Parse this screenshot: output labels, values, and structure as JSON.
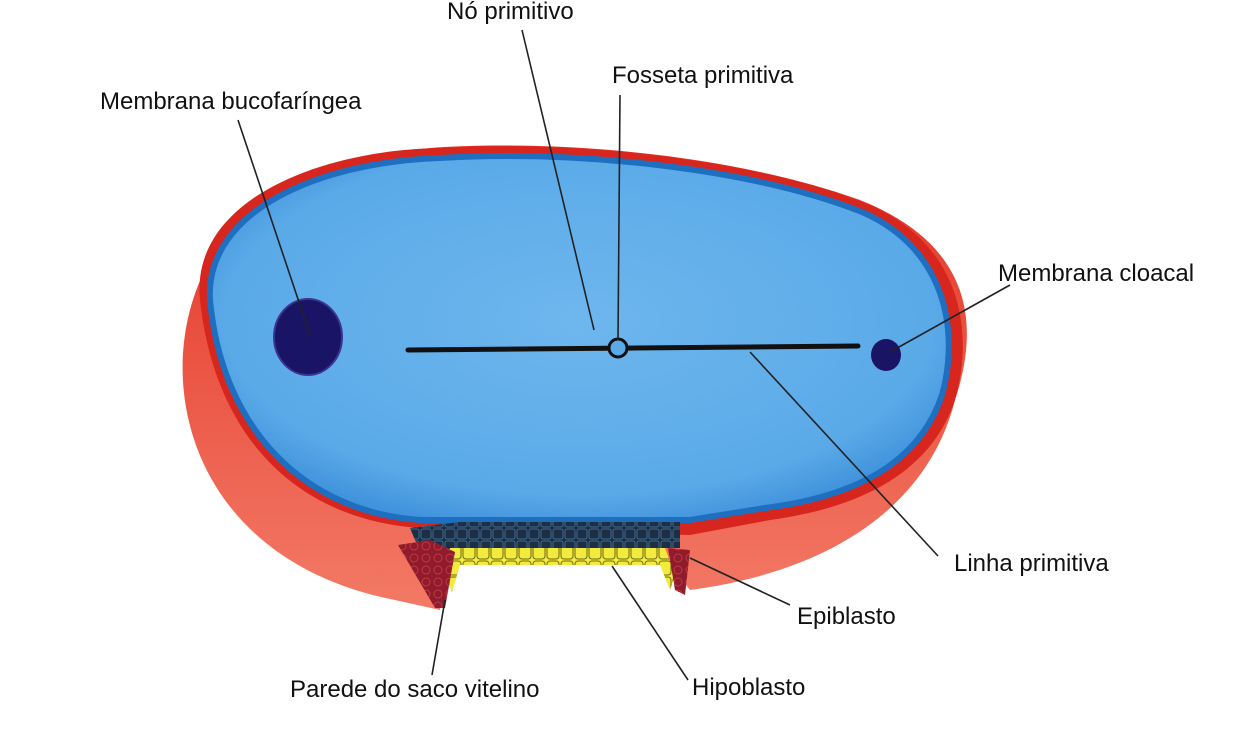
{
  "labels": {
    "no_primitivo": "Nó primitivo",
    "fosseta_primitiva": "Fosseta primitiva",
    "membrana_bucofaringea": "Membrana bucofaríngea",
    "membrana_cloacal": "Membrana cloacal",
    "linha_primitiva": "Linha primitiva",
    "epiblasto": "Epiblasto",
    "hipoblasto": "Hipoblasto",
    "parede_saco_vitelino": "Parede do saco vitelino"
  },
  "colors": {
    "epiblast_surface": "#4FA3E6",
    "epiblast_rim": "#1F6FC0",
    "outer_layer": "#E33A2E",
    "outer_layer_shade": "#F07060",
    "membrane_dark": "#1A1466",
    "primitive_line": "#111111",
    "hypoblast": "#F2EA3C",
    "yolk_sac_wall": "#8E1C2A",
    "leader_line": "#222222"
  }
}
